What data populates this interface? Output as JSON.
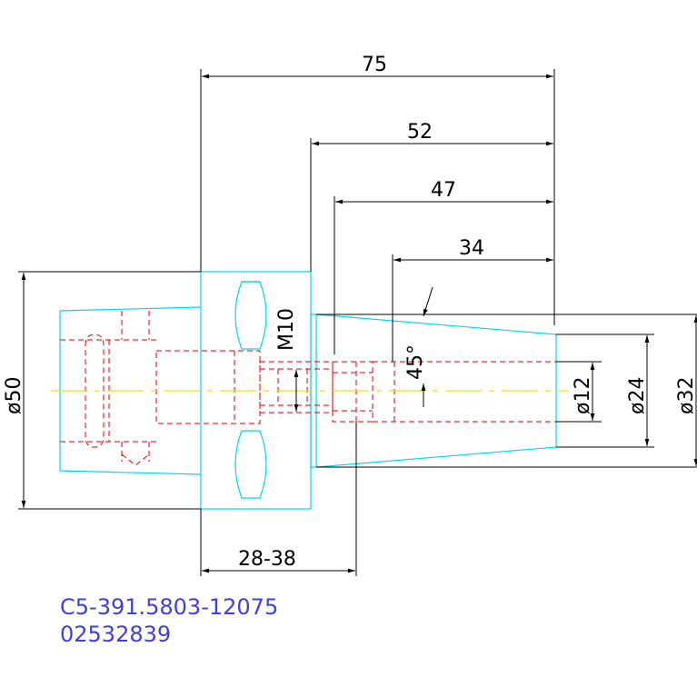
{
  "dimensions": {
    "overall_length": "75",
    "length_52": "52",
    "length_47": "47",
    "length_34": "34",
    "flange_diameter": "ø50",
    "thread": "M10",
    "angle": "45°",
    "bore_diameter": "ø12",
    "inner_diameter": "ø24",
    "outer_diameter": "ø32",
    "range": "28-38"
  },
  "part": {
    "number": "C5-391.5803-12075",
    "code": "02532839"
  },
  "colors": {
    "outline": "#00d8e8",
    "hidden_lines": "#e00000",
    "centerline": "#e8e800",
    "dimensions": "#000000",
    "part_text": "#4040e0"
  }
}
